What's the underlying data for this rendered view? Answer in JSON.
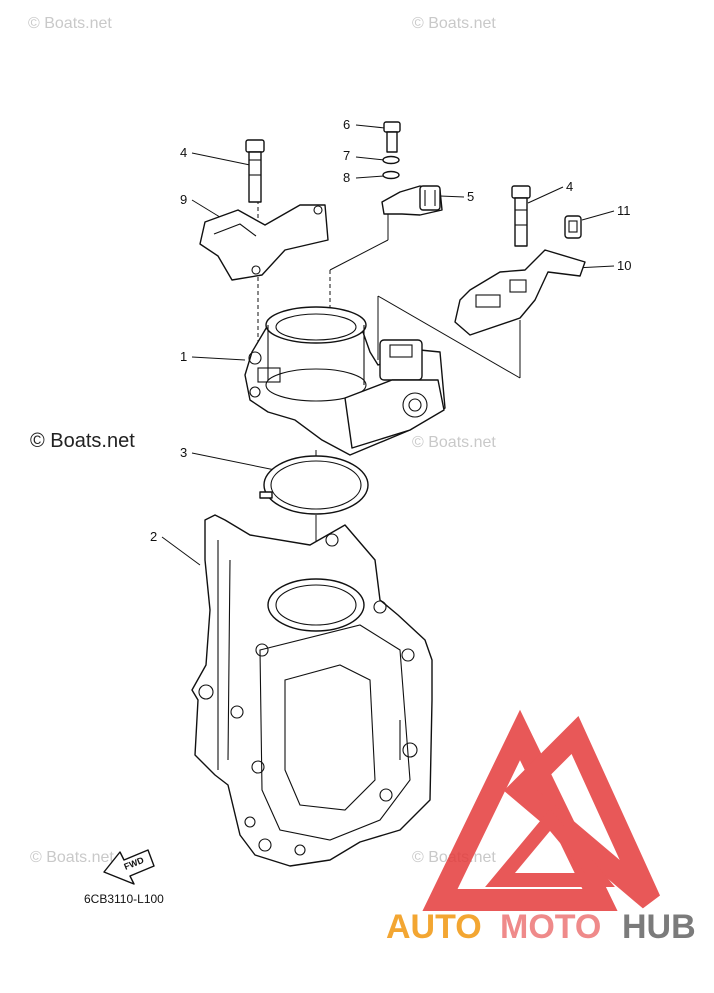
{
  "watermarks": {
    "top_left": "© Boats.net",
    "top_right": "© Boats.net",
    "middle_left": "© Boats.net",
    "middle_right": "© Boats.net",
    "bottom_left": "© Boats.net",
    "bottom_right": "© Boats.net"
  },
  "callouts": {
    "c1": "1",
    "c2": "2",
    "c3": "3",
    "c4a": "4",
    "c4b": "4",
    "c5": "5",
    "c6": "6",
    "c7": "7",
    "c8": "8",
    "c9": "9",
    "c10": "10",
    "c11": "11"
  },
  "fwd_label": "FWD",
  "diagram_code": "6CB3110-L100",
  "brand": {
    "part1": "AUTO",
    "part2": "MOTO",
    "part3": "HUB",
    "color1": "#f3a632",
    "color2": "#ef8a8a",
    "color3": "#7b7b7b",
    "logo_color": "#e53b3b"
  }
}
